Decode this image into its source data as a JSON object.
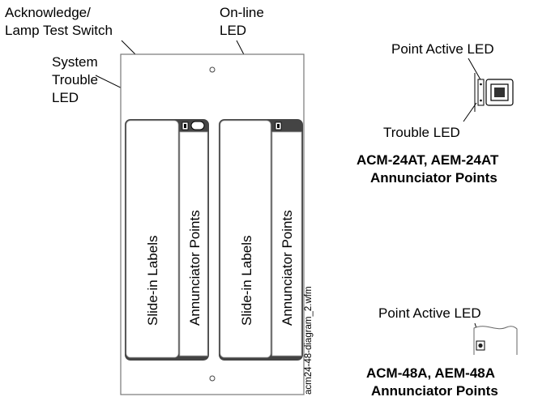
{
  "labels": {
    "ack_line1": "Acknowledge/",
    "ack_line2": "Lamp Test Switch",
    "online_line1": "On-line",
    "online_line2": "LED",
    "sys_line1": "System",
    "sys_line2": "Trouble",
    "sys_line3": "LED",
    "point_active_top": "Point Active LED",
    "trouble_led": "Trouble LED",
    "point_active_bottom": "Point Active LED"
  },
  "panel": {
    "slide_in_left": "Slide-in Labels",
    "annunciator_left": "Annunciator Points",
    "slide_in_right": "Slide-in Labels",
    "annunciator_right": "Annunciator Points",
    "file_name": "acm24-48-diagram_2.wfm"
  },
  "captions": {
    "at_line1": "ACM-24AT, AEM-24AT",
    "at_line2": "Annunciator Points",
    "a_line1": "ACM-48A, AEM-48A",
    "a_line2": "Annunciator Points"
  }
}
